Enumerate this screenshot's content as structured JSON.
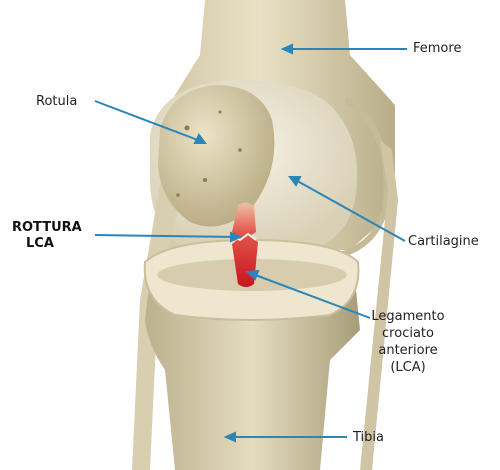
{
  "labels": {
    "femore": "Femore",
    "rotula": "Rotula",
    "rottura_line1": "ROTTURA",
    "rottura_line2": "LCA",
    "cartilagine": "Cartilagine",
    "legamento_line1": "Legamento",
    "legamento_line2": "crociato",
    "legamento_line3": "anteriore",
    "legamento_line4": "(LCA)",
    "tibia": "Tibia"
  },
  "colors": {
    "leader_line": "#2a86b8",
    "bone": "#e6ddc0",
    "cartilage": "#efe9d6",
    "ligament_tear": "#d8232b"
  },
  "icons": {
    "ligament": "torn-ligament-icon"
  }
}
